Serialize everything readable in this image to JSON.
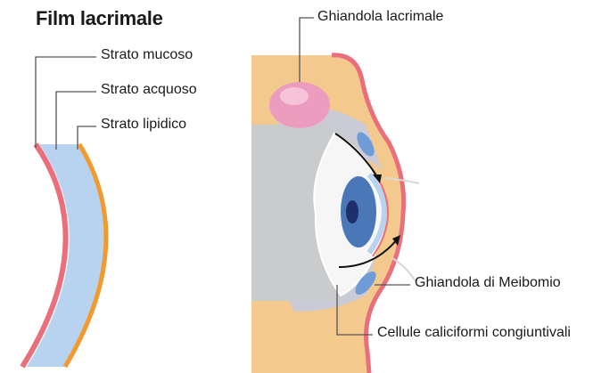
{
  "title": "Film lacrimale",
  "labels": {
    "mucous_layer": "Strato mucoso",
    "aqueous_layer": "Strato acquoso",
    "lipid_layer": "Strato lipidico",
    "lacrimal_gland": "Ghiandola lacrimale",
    "meibomian_gland": "Ghiandola di Meibomio",
    "goblet_cells": "Cellule caliciformi congiuntivali"
  },
  "colors": {
    "mucous": "#e96f7c",
    "aqueous": "#b8d3ef",
    "lipid": "#f29a2e",
    "skin": "#f4c98e",
    "eyeball": "#c9cbcc",
    "iris": "#4a77b8",
    "gland": "#ec9dbd"
  }
}
